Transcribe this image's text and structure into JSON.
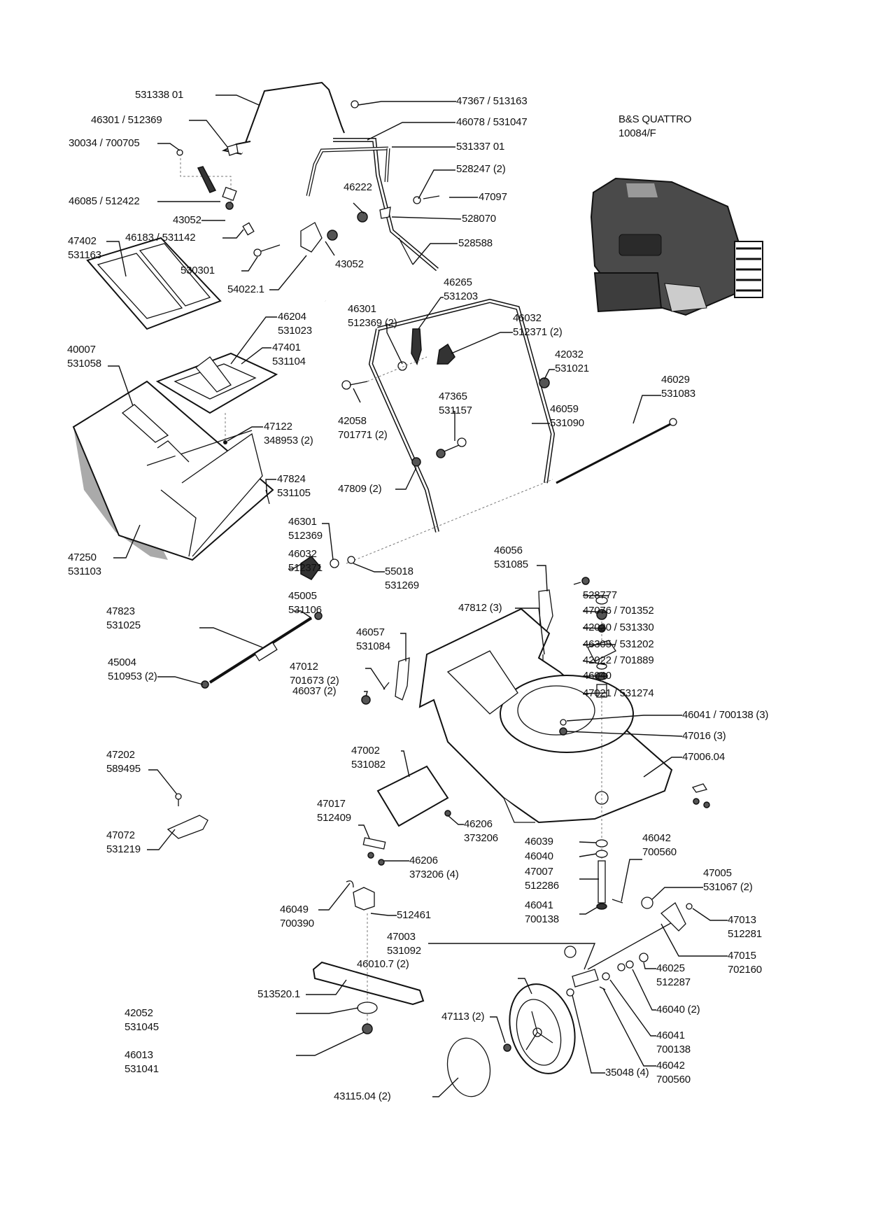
{
  "diagram": {
    "title": "Lawn mower exploded parts diagram",
    "engine": {
      "name": "B&S QUATTRO",
      "code": "10084/F"
    },
    "labels": [
      {
        "id": "l1",
        "lines": [
          "531338 01"
        ]
      },
      {
        "id": "l2",
        "lines": [
          "46301 / 512369"
        ]
      },
      {
        "id": "l3",
        "lines": [
          "30034 / 700705"
        ]
      },
      {
        "id": "l4",
        "lines": [
          "46085 / 512422"
        ]
      },
      {
        "id": "l5",
        "lines": [
          "43052"
        ]
      },
      {
        "id": "l6",
        "lines": [
          "46183 / 531142"
        ]
      },
      {
        "id": "l7",
        "lines": [
          "47402",
          "531163"
        ]
      },
      {
        "id": "l8",
        "lines": [
          "530301"
        ]
      },
      {
        "id": "l9",
        "lines": [
          "54022.1"
        ]
      },
      {
        "id": "l10",
        "lines": [
          "47367 / 513163"
        ]
      },
      {
        "id": "l11",
        "lines": [
          "46078 / 531047"
        ]
      },
      {
        "id": "l12",
        "lines": [
          "531337 01"
        ]
      },
      {
        "id": "l13",
        "lines": [
          "528247 (2)"
        ]
      },
      {
        "id": "l14",
        "lines": [
          "46222"
        ]
      },
      {
        "id": "l15",
        "lines": [
          "47097"
        ]
      },
      {
        "id": "l16",
        "lines": [
          "528070"
        ]
      },
      {
        "id": "l17",
        "lines": [
          "528588"
        ]
      },
      {
        "id": "l18",
        "lines": [
          "43052"
        ]
      },
      {
        "id": "l19",
        "lines": [
          "46204",
          "531023"
        ]
      },
      {
        "id": "l20",
        "lines": [
          "47401",
          "531104"
        ]
      },
      {
        "id": "l21",
        "lines": [
          "40007",
          "531058"
        ]
      },
      {
        "id": "l22",
        "lines": [
          "47122",
          "348953 (2)"
        ]
      },
      {
        "id": "l23",
        "lines": [
          "47824",
          "531105"
        ]
      },
      {
        "id": "l24",
        "lines": [
          "47250",
          "531103"
        ]
      },
      {
        "id": "l25",
        "lines": [
          "46265",
          "531203"
        ]
      },
      {
        "id": "l26",
        "lines": [
          "46301",
          "512369 (2)"
        ]
      },
      {
        "id": "l27",
        "lines": [
          "46032",
          "512371 (2)"
        ]
      },
      {
        "id": "l28",
        "lines": [
          "42032",
          "531021"
        ]
      },
      {
        "id": "l29",
        "lines": [
          "46029",
          "531083"
        ]
      },
      {
        "id": "l30",
        "lines": [
          "42058",
          "701771 (2)"
        ]
      },
      {
        "id": "l31",
        "lines": [
          "47365",
          "531157"
        ]
      },
      {
        "id": "l32",
        "lines": [
          "46059",
          "531090"
        ]
      },
      {
        "id": "l33",
        "lines": [
          "47809 (2)"
        ]
      },
      {
        "id": "l34",
        "lines": [
          "46301",
          "512369"
        ]
      },
      {
        "id": "l35",
        "lines": [
          "46032",
          "512371"
        ]
      },
      {
        "id": "l36",
        "lines": [
          "55018",
          "531269"
        ]
      },
      {
        "id": "l37",
        "lines": [
          "46056",
          "531085"
        ]
      },
      {
        "id": "l38",
        "lines": [
          "47812 (3)"
        ]
      },
      {
        "id": "l39",
        "lines": [
          "45005",
          "531106"
        ]
      },
      {
        "id": "l40",
        "lines": [
          "47823",
          "531025"
        ]
      },
      {
        "id": "l41",
        "lines": [
          "46057",
          "531084"
        ]
      },
      {
        "id": "l42",
        "lines": [
          "47012",
          "701673 (2)"
        ]
      },
      {
        "id": "l43",
        "lines": [
          "45004",
          "510953 (2)"
        ]
      },
      {
        "id": "l44",
        "lines": [
          "46037 (2)"
        ]
      },
      {
        "id": "l45",
        "lines": [
          "528777"
        ]
      },
      {
        "id": "l46",
        "lines": [
          "47076 / 701352"
        ]
      },
      {
        "id": "l47",
        "lines": [
          "42020 / 531330"
        ]
      },
      {
        "id": "l48",
        "lines": [
          "46305 / 531202"
        ]
      },
      {
        "id": "l49",
        "lines": [
          "42022 / 701889"
        ]
      },
      {
        "id": "l50",
        "lines": [
          "46040"
        ]
      },
      {
        "id": "l51",
        "lines": [
          "47021 / 531274"
        ]
      },
      {
        "id": "l52",
        "lines": [
          "46041 / 700138 (3)"
        ]
      },
      {
        "id": "l53",
        "lines": [
          "47016 (3)"
        ]
      },
      {
        "id": "l54",
        "lines": [
          "47006.04"
        ]
      },
      {
        "id": "l55",
        "lines": [
          "47202",
          "589495"
        ]
      },
      {
        "id": "l56",
        "lines": [
          "47002",
          "531082"
        ]
      },
      {
        "id": "l57",
        "lines": [
          "47017",
          "512409"
        ]
      },
      {
        "id": "l58",
        "lines": [
          "46206",
          "373206"
        ]
      },
      {
        "id": "l59",
        "lines": [
          "46206",
          "373206 (4)"
        ]
      },
      {
        "id": "l60",
        "lines": [
          "47072",
          "531219"
        ]
      },
      {
        "id": "l61",
        "lines": [
          "46039"
        ]
      },
      {
        "id": "l62",
        "lines": [
          "46040"
        ]
      },
      {
        "id": "l63",
        "lines": [
          "47007",
          "512286"
        ]
      },
      {
        "id": "l64",
        "lines": [
          "46041",
          "700138"
        ]
      },
      {
        "id": "l65",
        "lines": [
          "46042",
          "700560"
        ]
      },
      {
        "id": "l66",
        "lines": [
          "47005",
          "531067 (2)"
        ]
      },
      {
        "id": "l67",
        "lines": [
          "47013",
          "512281"
        ]
      },
      {
        "id": "l68",
        "lines": [
          "47015",
          "702160"
        ]
      },
      {
        "id": "l69",
        "lines": [
          "46049",
          "700390"
        ]
      },
      {
        "id": "l70",
        "lines": [
          "512461"
        ]
      },
      {
        "id": "l71",
        "lines": [
          "47003",
          "531092"
        ]
      },
      {
        "id": "l72",
        "lines": [
          "46010.7 (2)"
        ]
      },
      {
        "id": "l73",
        "lines": [
          "513520.1"
        ]
      },
      {
        "id": "l74",
        "lines": [
          "42052",
          "531045"
        ]
      },
      {
        "id": "l75",
        "lines": [
          "46025",
          "512287"
        ]
      },
      {
        "id": "l76",
        "lines": [
          "46040 (2)"
        ]
      },
      {
        "id": "l77",
        "lines": [
          "46013",
          "531041"
        ]
      },
      {
        "id": "l78",
        "lines": [
          "47113 (2)"
        ]
      },
      {
        "id": "l79",
        "lines": [
          "46041",
          "700138"
        ]
      },
      {
        "id": "l80",
        "lines": [
          "46042",
          "700560"
        ]
      },
      {
        "id": "l81",
        "lines": [
          "43115.04 (2)"
        ]
      },
      {
        "id": "l82",
        "lines": [
          "35048 (4)"
        ]
      }
    ]
  }
}
